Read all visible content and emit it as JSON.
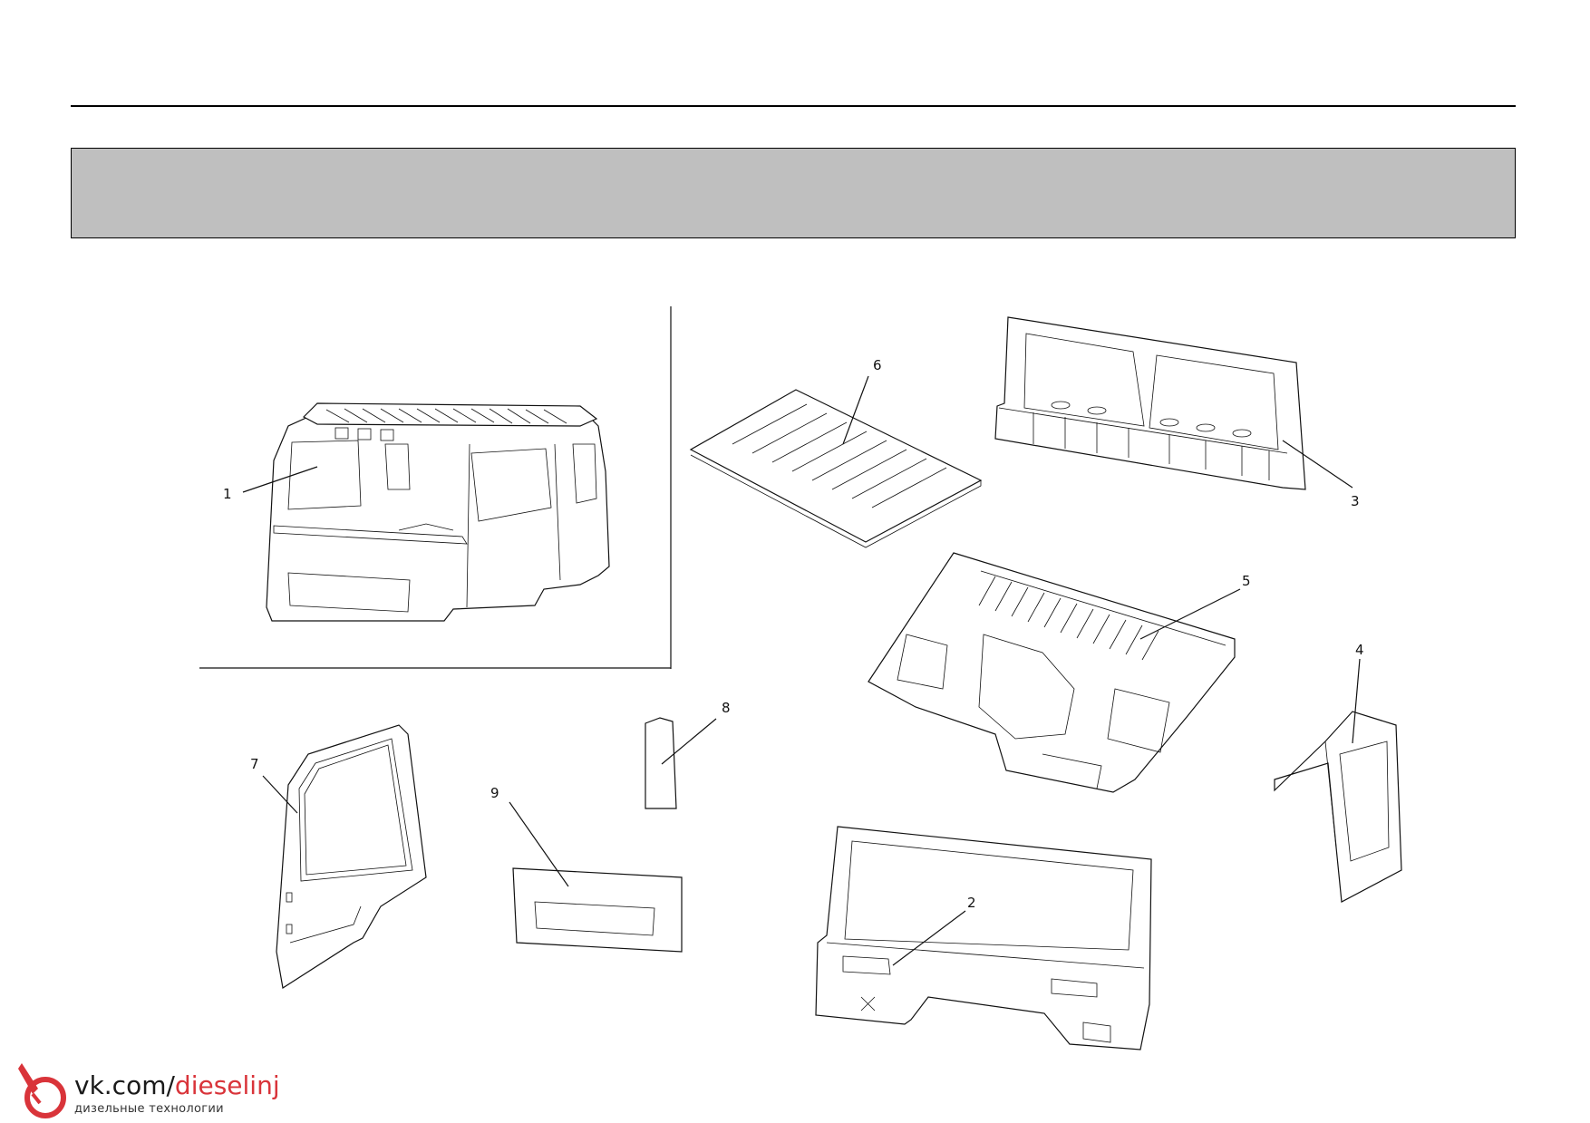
{
  "callouts": {
    "c1": "1",
    "c2": "2",
    "c3": "3",
    "c4": "4",
    "c5": "5",
    "c6": "6",
    "c7": "7",
    "c8": "8",
    "c9": "9"
  },
  "watermark": {
    "prefix": "vk.com/",
    "highlight": "dieselinj",
    "subtitle": "дизельные технологии",
    "accent_color": "#d9343a"
  },
  "colors": {
    "header_band": "#bfbfbf",
    "line": "#111111"
  }
}
